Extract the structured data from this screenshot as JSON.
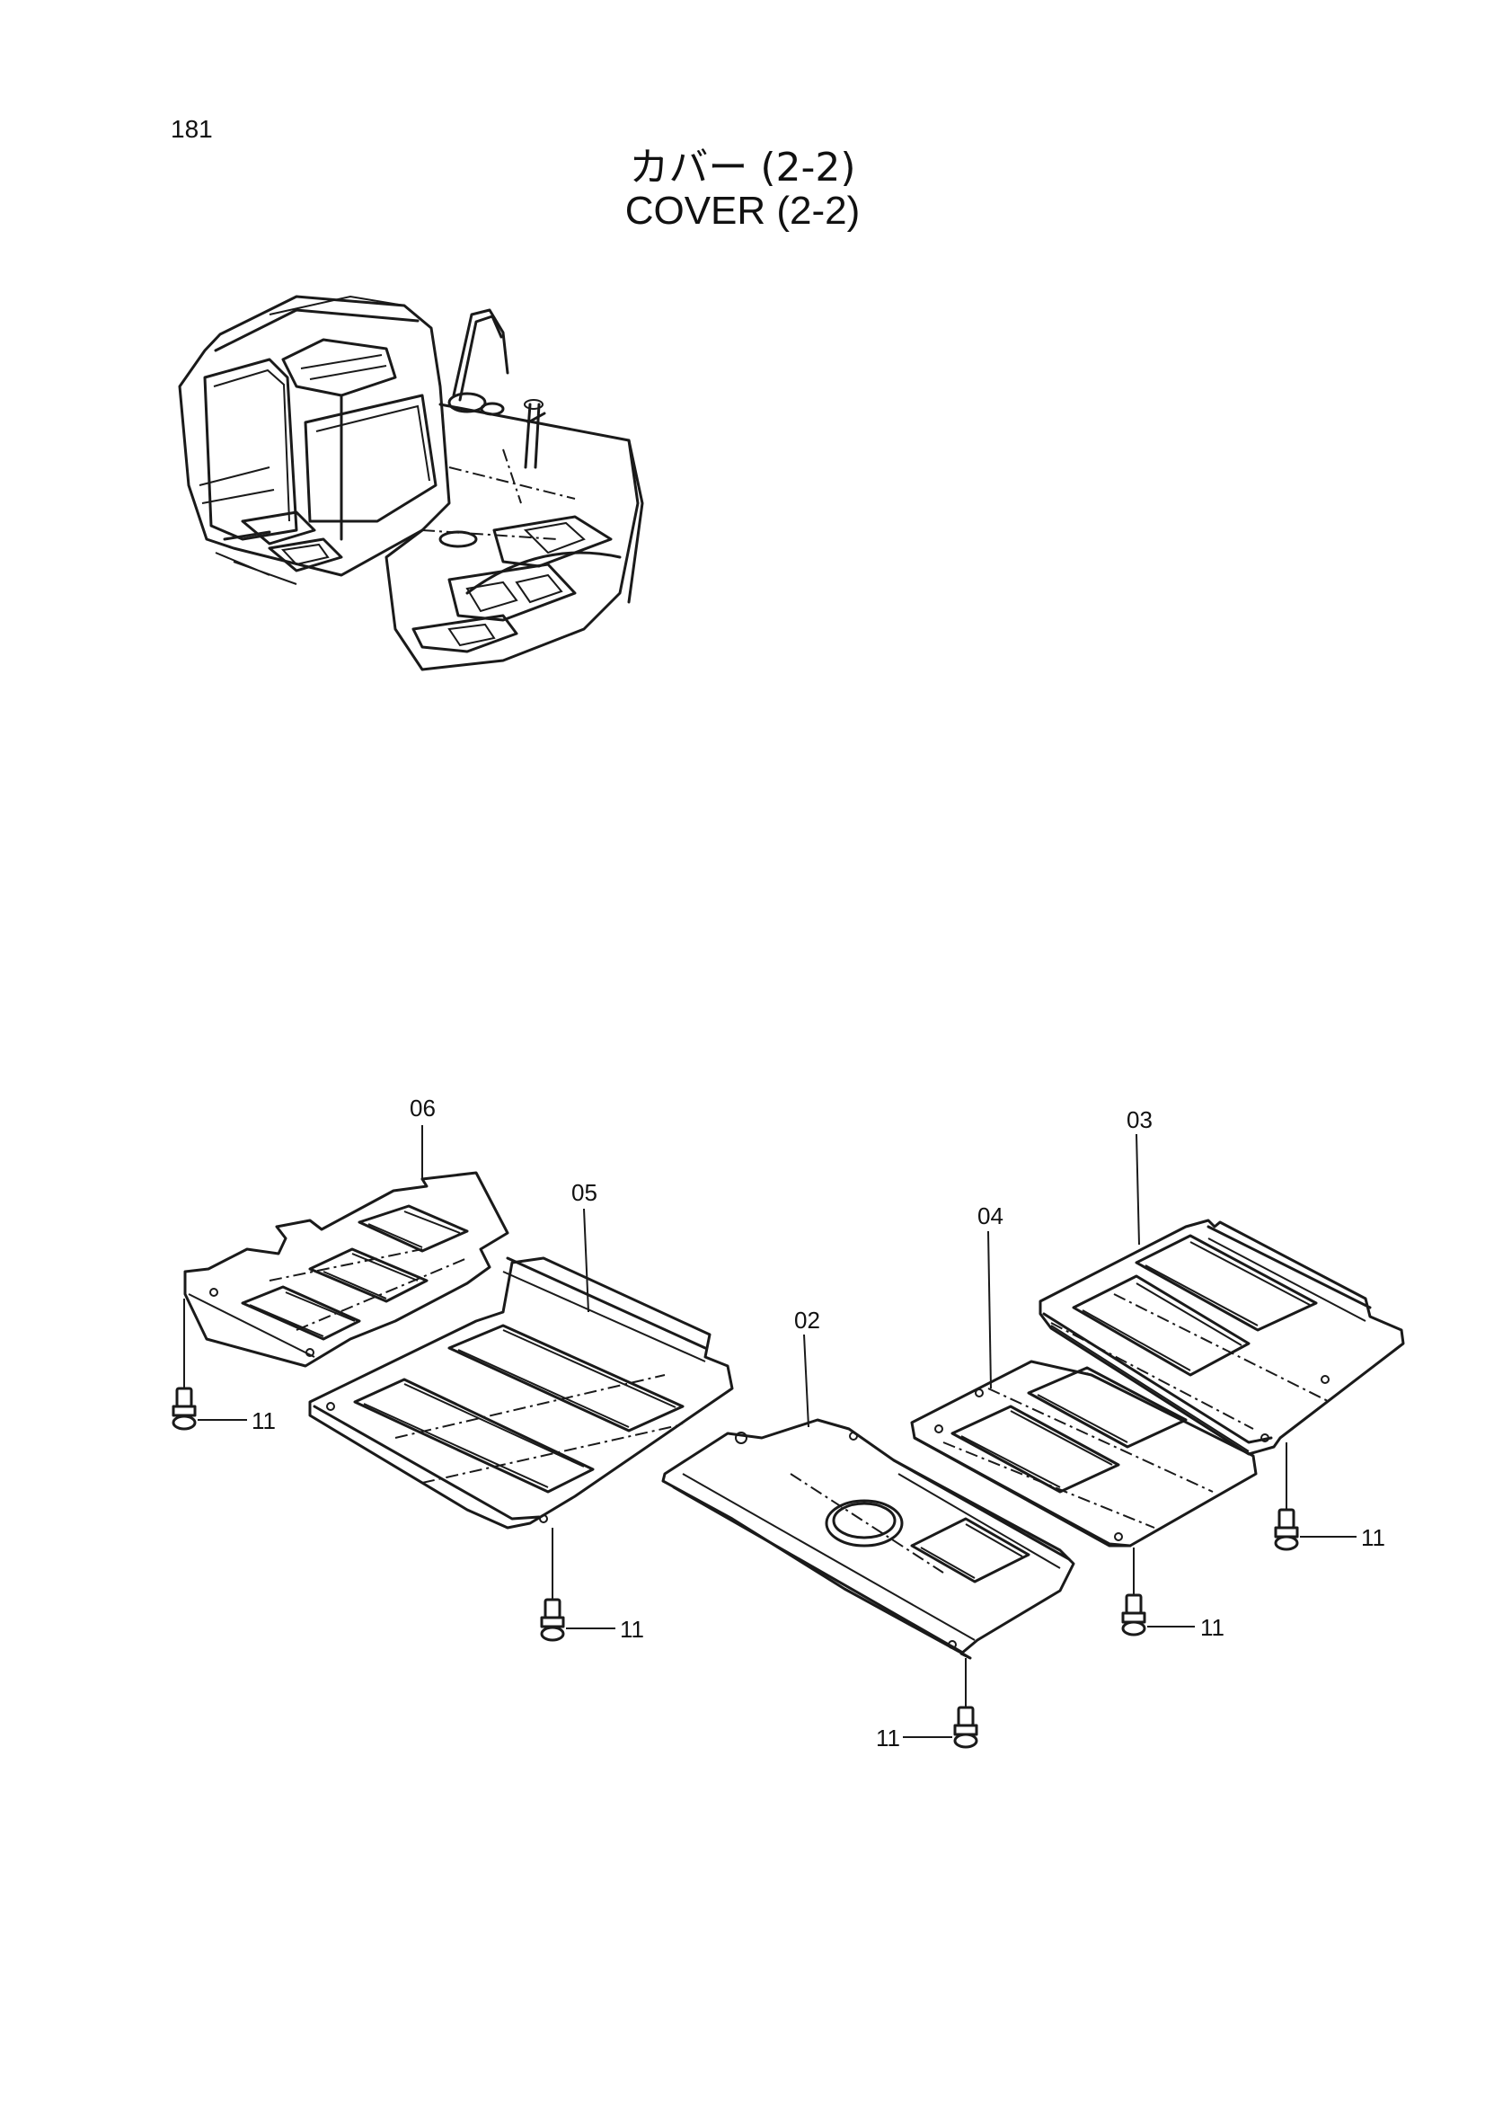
{
  "header": {
    "page_number": "181",
    "title_jp": "カバー (2-2)",
    "title_en": "COVER (2-2)"
  },
  "callouts": {
    "c06": "06",
    "c05": "05",
    "c02": "02",
    "c04": "04",
    "c03": "03",
    "c11": "11"
  },
  "colors": {
    "line": "#1a1a1a",
    "background": "#ffffff"
  }
}
